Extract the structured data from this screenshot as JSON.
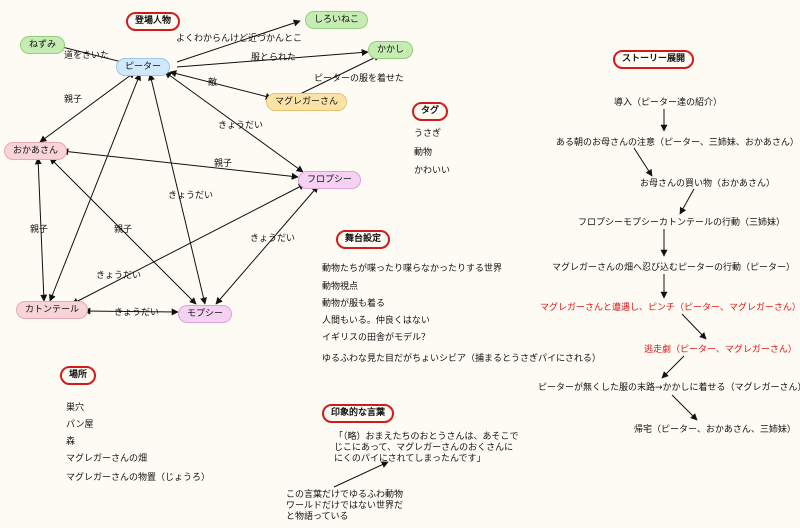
{
  "heads": {
    "characters": "登場人物",
    "tags": "タグ",
    "setting": "舞台設定",
    "places": "場所",
    "phrase": "印象的な言葉",
    "story": "ストーリー展開"
  },
  "nodes": {
    "peter": "ピーター",
    "nezumi": "ねずみ",
    "shiroineko": "しろいねこ",
    "kakashi": "かかし",
    "mcgregor": "マグレガーさん",
    "mother": "おかあさん",
    "flopsy": "フロプシー",
    "cottontail": "カトンテール",
    "mopsy": "モプシー"
  },
  "edges": {
    "road": "道をきいた",
    "unknown": "よくわからんけど近づかんとこ",
    "clothes": "服とられた",
    "enemy": "敵",
    "dressed": "ピーターの服を着せた",
    "parent1": "親子",
    "parent2": "親子",
    "parent3": "親子",
    "parent4": "親子",
    "sib1": "きょうだい",
    "sib2": "きょうだい",
    "sib3": "きょうだい",
    "sib4": "きょうだい",
    "sib5": "きょうだい"
  },
  "tags": [
    "うさぎ",
    "動物",
    "かわいい"
  ],
  "setting": [
    "動物たちが喋ったり喋らなかったりする世界",
    "動物視点",
    "動物が服も着る",
    "人間もいる。仲良くはない",
    "イギリスの田舎がモデル？",
    "ゆるふわな見た目だがちょいシビア（捕まるとうさぎパイにされる）"
  ],
  "places": [
    "巣穴",
    "パン屋",
    "森",
    "マグレガーさんの畑",
    "マグレガーさんの物置（じょうろ）"
  ],
  "phrase": {
    "quote": "「（略）おまえたちのおとうさんは、あそこでじこにあって、マグレガーさんのおくさんににくのパイにされてしまったんです」",
    "note": "この言葉だけでゆるふわ動物ワールドだけではない世界だと物語っている"
  },
  "story": [
    "導入（ピーター達の紹介）",
    "ある朝のお母さんの注意（ピーター、三姉妹、おかあさん）",
    "お母さんの買い物（おかあさん）",
    "フロプシーモプシーカトンテールの行動（三姉妹）",
    "マグレガーさんの畑へ忍び込むピーターの行動（ピーター）",
    "マグレガーさんと遭遇し、ピンチ（ピーター、マグレガーさん）",
    "逃走劇（ピーター、マグレガーさん）",
    "ピーターが無くした服の末路→かかしに着せる（マグレガーさん）",
    "帰宅（ピーター、おかあさん、三姉妹）"
  ],
  "colors": {
    "heading_border": "#d11b1b",
    "highlight_text": "#e01515",
    "peter": "#cfe8fb",
    "green_nodes": "#c5ecb2",
    "mother": "#f8d3d7",
    "mcgregor": "#fbe2a7",
    "sisters": "#f6d2f2"
  }
}
